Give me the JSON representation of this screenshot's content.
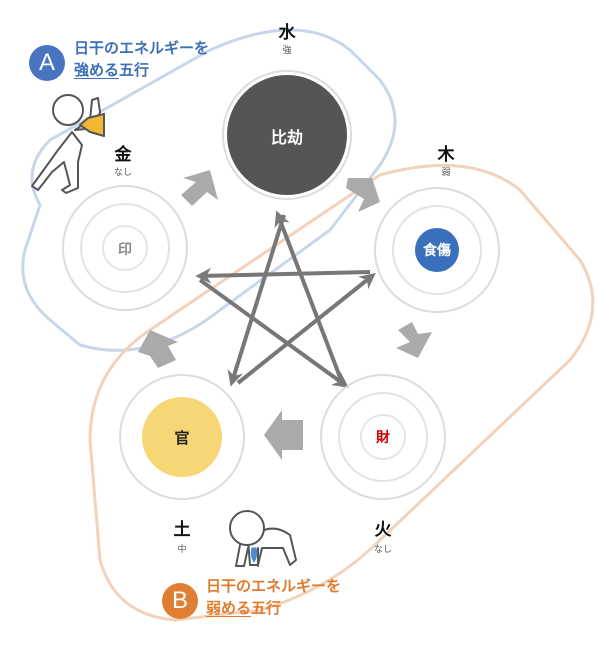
{
  "group_a": {
    "badge": "A",
    "line1": "日干のエネルギーを",
    "line2_ul": "強める",
    "line2_rest": "五行",
    "color": "#3d6fb6"
  },
  "group_b": {
    "badge": "B",
    "line1": "日干のエネルギーを",
    "line2_ul": "弱める",
    "line2_rest": "五行",
    "color": "#e07b2c"
  },
  "elements": {
    "water": {
      "name": "水",
      "strength": "強",
      "role": "比劫",
      "fill": "#555555"
    },
    "wood": {
      "name": "木",
      "strength": "弱",
      "role": "食傷",
      "fill": "#3a6fbc"
    },
    "fire": {
      "name": "火",
      "strength": "なし",
      "role": "財",
      "role_color": "#cc0000"
    },
    "earth": {
      "name": "土",
      "strength": "中",
      "role": "官",
      "fill": "#f6d675"
    },
    "metal": {
      "name": "金",
      "strength": "なし",
      "role": "印"
    }
  },
  "icons": [
    "megaphone-person-icon",
    "crying-kneeling-person-icon"
  ]
}
